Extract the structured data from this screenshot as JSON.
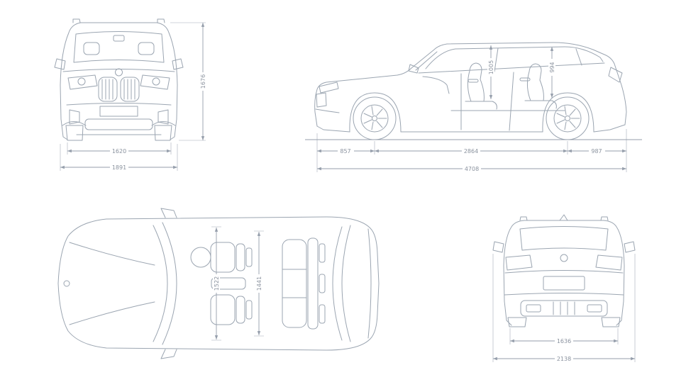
{
  "diagram": {
    "colors": {
      "background": "#ffffff",
      "car_line": "#9ba5b1",
      "dim_line": "#959eab",
      "dim_text": "#8a929e"
    },
    "front_view": {
      "track_width_mm": "1620",
      "overall_width_mm": "1891",
      "overall_height_mm": "1676"
    },
    "side_view": {
      "front_overhang_mm": "857",
      "wheelbase_mm": "2864",
      "rear_overhang_mm": "987",
      "overall_length_mm": "4708",
      "front_headroom_mm": "1005",
      "rear_headroom_mm": "994"
    },
    "top_view": {
      "front_interior_width_mm": "1522",
      "rear_interior_width_mm": "1441"
    },
    "rear_view": {
      "rear_track_width_mm": "1636",
      "width_incl_mirrors_mm": "2138"
    }
  }
}
